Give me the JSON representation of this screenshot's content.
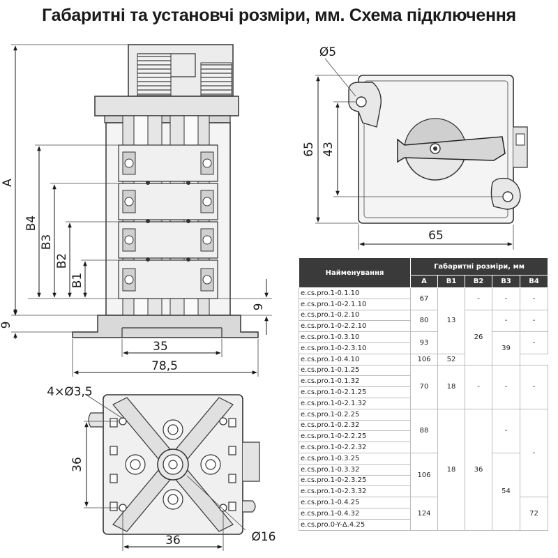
{
  "title": "Габаритні та установчі розміри, мм. Схема підключення",
  "front_view": {
    "labels": {
      "A": "A",
      "B4": "B4",
      "B3": "B3",
      "B2": "B2",
      "B1": "B1",
      "nine_left": "9",
      "nine_right": "9",
      "d35": "35",
      "d785": "78,5"
    }
  },
  "side_view": {
    "labels": {
      "d5": "Ø5",
      "d65_height": "65",
      "d43": "43",
      "d65_width": "65"
    }
  },
  "bottom_view": {
    "labels": {
      "holes": "4×Ø3,5",
      "d36_left": "36",
      "d36_bottom": "36",
      "d16": "Ø16"
    }
  },
  "table": {
    "header_name": "Найменування",
    "header_group": "Габаритні розміри, мм",
    "columns": [
      "A",
      "B1",
      "B2",
      "B3",
      "B4"
    ],
    "names": [
      "e.cs.pro.1-0.1.10",
      "e.cs.pro.1-0-2.1.10",
      "e.cs.pro.1-0.2.10",
      "e.cs.pro.1-0-2.2.10",
      "e.cs.pro.1-0.3.10",
      "e.cs.pro.1-0-2.3.10",
      "e.cs.pro.1-0.4.10",
      "e.cs.pro.1-0.1.25",
      "e.cs.pro.1-0.1.32",
      "e.cs.pro.1-0-2.1.25",
      "e.cs.pro.1-0-2.1.32",
      "e.cs.pro.1-0.2.25",
      "e.cs.pro.1-0.2.32",
      "e.cs.pro.1-0-2.2.25",
      "e.cs.pro.1-0-2.2.32",
      "e.cs.pro.1-0.3.25",
      "e.cs.pro.1-0.3.32",
      "e.cs.pro.1-0-2.3.25",
      "e.cs.pro.1-0-2.3.32",
      "e.cs.pro.1-0.4.25",
      "e.cs.pro.1-0.4.32",
      "e.cs.pro.0-Y-Δ.4.25"
    ],
    "cells": {
      "a1": "67",
      "a2": "80",
      "a3": "93",
      "a4": "106",
      "a5": "70",
      "a6": "88",
      "a7": "106",
      "a8": "124",
      "b1_1": "13",
      "b1_2": "18",
      "b1_3": "18",
      "b2_1": "-",
      "b2_2": "26",
      "b2_3": "-",
      "b2_4": "36",
      "b3_1": "-",
      "b3_2": "-",
      "b3_3": "39",
      "b3_4": "-",
      "b3_5": "-",
      "b3_6": "54",
      "b4_1": "-",
      "b4_2": "-",
      "b4_3": "-",
      "b4_4": "52",
      "b4_5": "-",
      "b4_6": "-",
      "b4_7": "72"
    }
  }
}
